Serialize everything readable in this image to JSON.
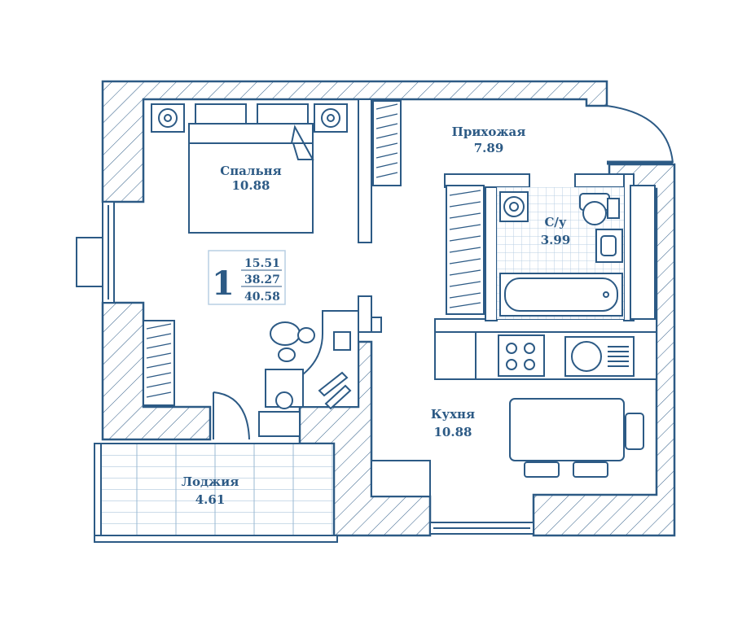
{
  "plan": {
    "rooms_count": "1",
    "areas": [
      "15.51",
      "38.27",
      "40.58"
    ],
    "rooms": [
      {
        "name": "Прихожая",
        "area": "7.89"
      },
      {
        "name": "Спальня",
        "area": "10.88"
      },
      {
        "name": "С/у",
        "area": "3.99"
      },
      {
        "name": "Кухня",
        "area": "10.88"
      },
      {
        "name": "Лоджия",
        "area": "4.61"
      }
    ]
  },
  "colors": {
    "line": "#2c5a85",
    "fill_light": "#dbe8f3"
  }
}
